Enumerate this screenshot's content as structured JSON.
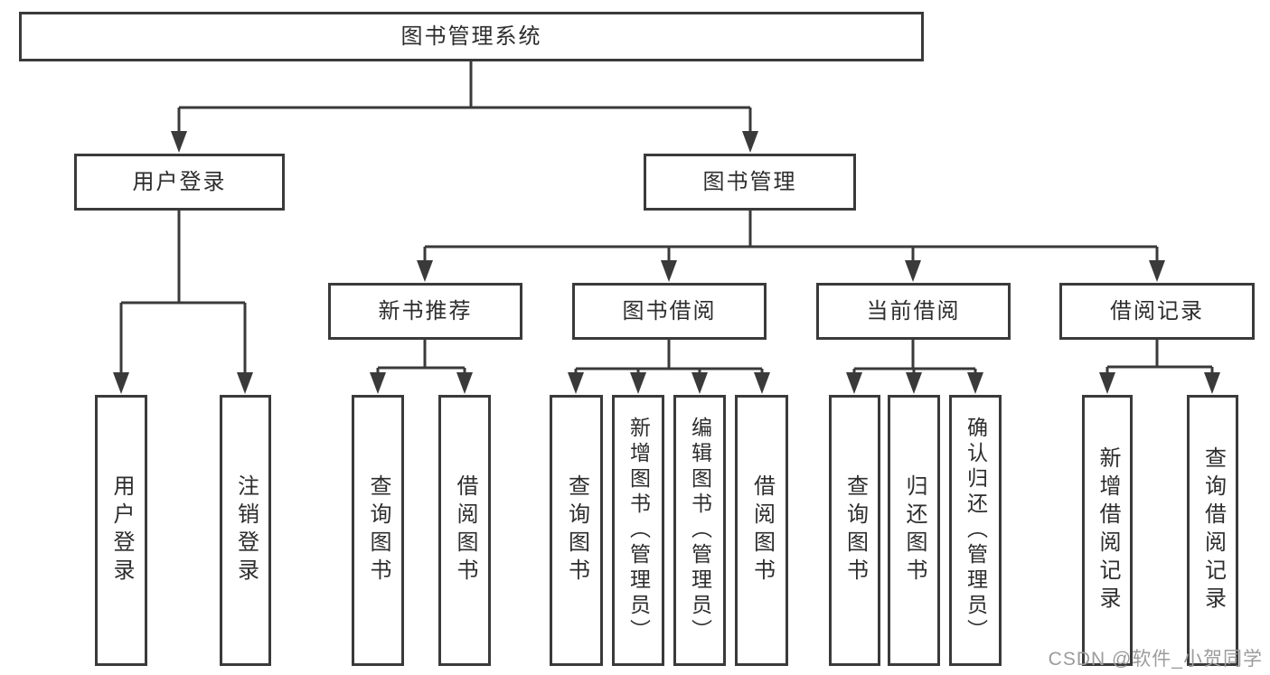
{
  "nodes": {
    "root": {
      "label": "图书管理系统"
    },
    "userLogin": {
      "label": "用户登录"
    },
    "bookMgmt": {
      "label": "图书管理"
    },
    "newBookRec": {
      "label": "新书推荐"
    },
    "bookBorrow": {
      "label": "图书借阅"
    },
    "currentBorrow": {
      "label": "当前借阅"
    },
    "borrowRecords": {
      "label": "借阅记录"
    },
    "loginLeaf": {
      "label": "用户登录"
    },
    "logoutLeaf": {
      "label": "注销登录"
    },
    "recQuery": {
      "label": "查询图书"
    },
    "recBorrow": {
      "label": "借阅图书"
    },
    "bbQuery": {
      "label": "查询图书"
    },
    "bbAdd": {
      "label": "新增图书（管理员）"
    },
    "bbEdit": {
      "label": "编辑图书（管理员）"
    },
    "bbBorrow": {
      "label": "借阅图书"
    },
    "cbQuery": {
      "label": "查询图书"
    },
    "cbReturn": {
      "label": "归还图书"
    },
    "cbConfirm": {
      "label": "确认归还（管理员）"
    },
    "brAdd": {
      "label": "新增借阅记录"
    },
    "brQuery": {
      "label": "查询借阅记录"
    }
  },
  "hierarchy": {
    "root": [
      "userLogin",
      "bookMgmt"
    ],
    "userLogin": [
      "loginLeaf",
      "logoutLeaf"
    ],
    "bookMgmt": [
      "newBookRec",
      "bookBorrow",
      "currentBorrow",
      "borrowRecords"
    ],
    "newBookRec": [
      "recQuery",
      "recBorrow"
    ],
    "bookBorrow": [
      "bbQuery",
      "bbAdd",
      "bbEdit",
      "bbBorrow"
    ],
    "currentBorrow": [
      "cbQuery",
      "cbReturn",
      "cbConfirm"
    ],
    "borrowRecords": [
      "brAdd",
      "brQuery"
    ]
  },
  "watermark": {
    "text": "CSDN @软件_小贺同学"
  },
  "colors": {
    "line": "#3a3a3a",
    "box_border": "#3a3a3a",
    "text": "#2d2d2d",
    "watermark_gray": "#9c9c9c",
    "background": "#ffffff"
  }
}
